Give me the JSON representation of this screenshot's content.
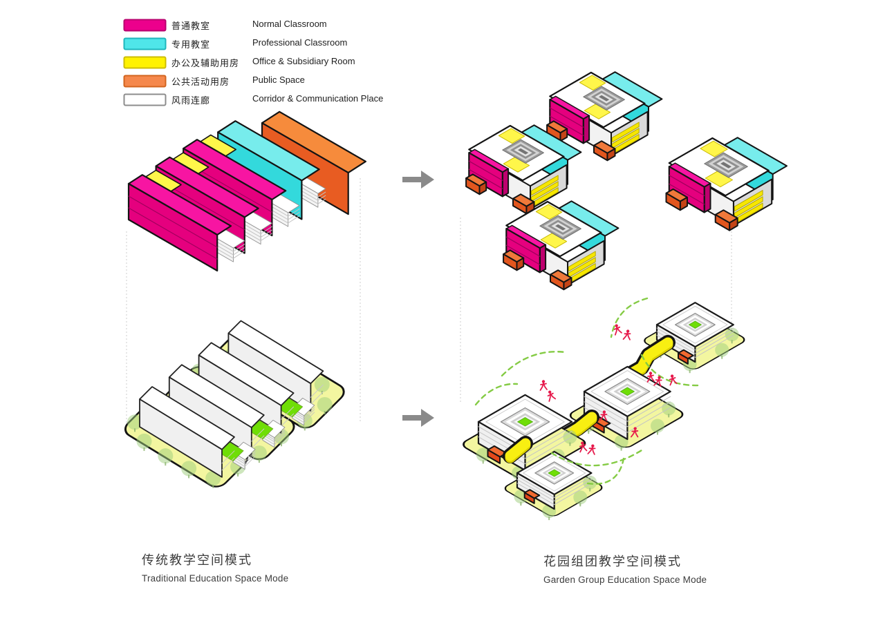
{
  "legend": {
    "items": [
      {
        "zh": "普通教室",
        "en": "Normal Classroom",
        "color": "#EC008C",
        "border": "#B8006E"
      },
      {
        "zh": "专用教室",
        "en": "Professional Classroom",
        "color": "#4FE6E9",
        "border": "#1FB6BC"
      },
      {
        "zh": "办公及辅助用房",
        "en": "Office & Subsidiary Room",
        "color": "#FFF200",
        "border": "#CDBD00"
      },
      {
        "zh": "公共活动用房",
        "en": "Public Space",
        "color": "#F5884C",
        "border": "#D2641F"
      },
      {
        "zh": "风雨连廊",
        "en": "Corridor & Communication Place",
        "color": "#FFFFFF",
        "border": "#8C8C8C"
      }
    ]
  },
  "captions": {
    "left": {
      "zh": "传统教学空间模式",
      "en": "Traditional Education Space Mode"
    },
    "right": {
      "zh": "花园组团教学空间模式",
      "en": "Garden Group Education Space Mode"
    }
  },
  "arrows": {
    "glyph": "block-arrow-right",
    "color": "#8A8A8A"
  },
  "palette": {
    "magenta": {
      "top": "#F715A2",
      "front": "#E5007E",
      "side": "#BE006E",
      "line": "#9E005C"
    },
    "cyan": {
      "top": "#77ECEC",
      "front": "#33D9DC",
      "side": "#1FBFC4"
    },
    "yellow": {
      "top": "#FFF64A",
      "front": "#F7E700",
      "side": "#D9CB00"
    },
    "orange": {
      "top": "#F68B3C",
      "front": "#E85C22",
      "side": "#C74E1D"
    },
    "white_block": {
      "top": "#FFFFFF",
      "front": "#F0F0F0",
      "side": "#D8D8D8"
    },
    "corridor": {
      "top": "#FFFFFF",
      "front": "#F4F4F4",
      "side": "#E4E4E4"
    },
    "green_court": "#6FDE06",
    "ground_plate": "#F3F6A0",
    "outline": "#141414",
    "ribbon": {
      "top": "#F8EF12",
      "side": "#D8CD00"
    },
    "red_foot": {
      "top": "#F26A30",
      "front": "#E3481A",
      "side": "#C03D16"
    },
    "tree": "rgba(158,206,124,0.5)",
    "dashed_path": "#84CB44",
    "figure_red": "#E6194B",
    "arrow": "#8A8A8A",
    "guide": "#CCCCCC"
  }
}
